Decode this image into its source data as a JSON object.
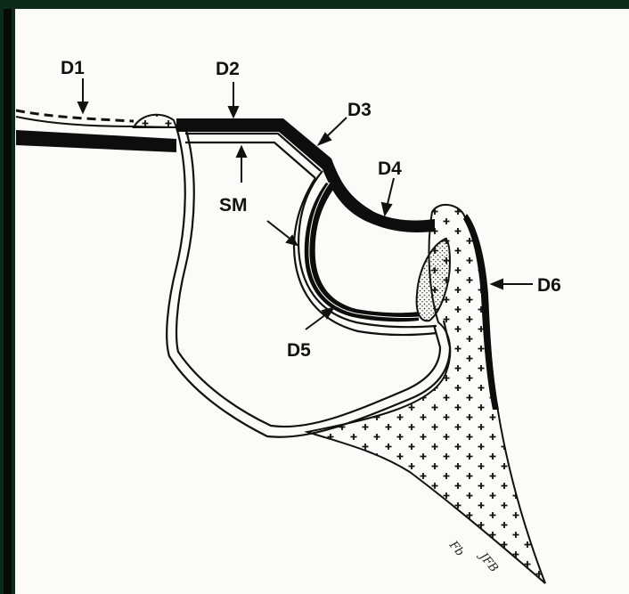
{
  "labels": {
    "d1": "D1",
    "d2": "D2",
    "d3": "D3",
    "d4": "D4",
    "d5": "D5",
    "d6": "D6",
    "sm": "SM",
    "fb": "Fb",
    "jfb": "JFB"
  },
  "colors": {
    "frame": "#0b2a17",
    "paper": "#fbfbf9",
    "ink": "#111111"
  }
}
